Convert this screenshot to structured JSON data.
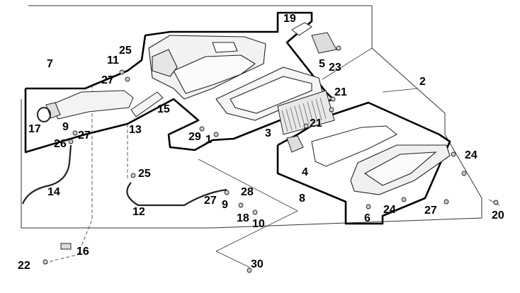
{
  "diagram": {
    "callouts": [
      {
        "id": "c19",
        "text": "19"
      },
      {
        "id": "c2",
        "text": "2"
      },
      {
        "id": "c5",
        "text": "5"
      },
      {
        "id": "c23",
        "text": "23"
      },
      {
        "id": "c25a",
        "text": "25"
      },
      {
        "id": "c11",
        "text": "11"
      },
      {
        "id": "c7",
        "text": "7"
      },
      {
        "id": "c27a",
        "text": "27"
      },
      {
        "id": "c21a",
        "text": "21"
      },
      {
        "id": "c15",
        "text": "15"
      },
      {
        "id": "c13",
        "text": "13"
      },
      {
        "id": "c17",
        "text": "17"
      },
      {
        "id": "c9a",
        "text": "9"
      },
      {
        "id": "c27b",
        "text": "27"
      },
      {
        "id": "c26",
        "text": "26"
      },
      {
        "id": "c29",
        "text": "29"
      },
      {
        "id": "c1",
        "text": "1"
      },
      {
        "id": "c3",
        "text": "3"
      },
      {
        "id": "c21b",
        "text": "21"
      },
      {
        "id": "c24a",
        "text": "24"
      },
      {
        "id": "c4",
        "text": "4"
      },
      {
        "id": "c25b",
        "text": "25"
      },
      {
        "id": "c14",
        "text": "14"
      },
      {
        "id": "c28",
        "text": "28"
      },
      {
        "id": "c27c",
        "text": "27"
      },
      {
        "id": "c9b",
        "text": "9"
      },
      {
        "id": "c8",
        "text": "8"
      },
      {
        "id": "c12",
        "text": "12"
      },
      {
        "id": "c18",
        "text": "18"
      },
      {
        "id": "c10",
        "text": "10"
      },
      {
        "id": "c24b",
        "text": "24"
      },
      {
        "id": "c27d",
        "text": "27"
      },
      {
        "id": "c6",
        "text": "6"
      },
      {
        "id": "c20",
        "text": "20"
      },
      {
        "id": "c16",
        "text": "16"
      },
      {
        "id": "c22",
        "text": "22"
      },
      {
        "id": "c30",
        "text": "30"
      }
    ]
  }
}
